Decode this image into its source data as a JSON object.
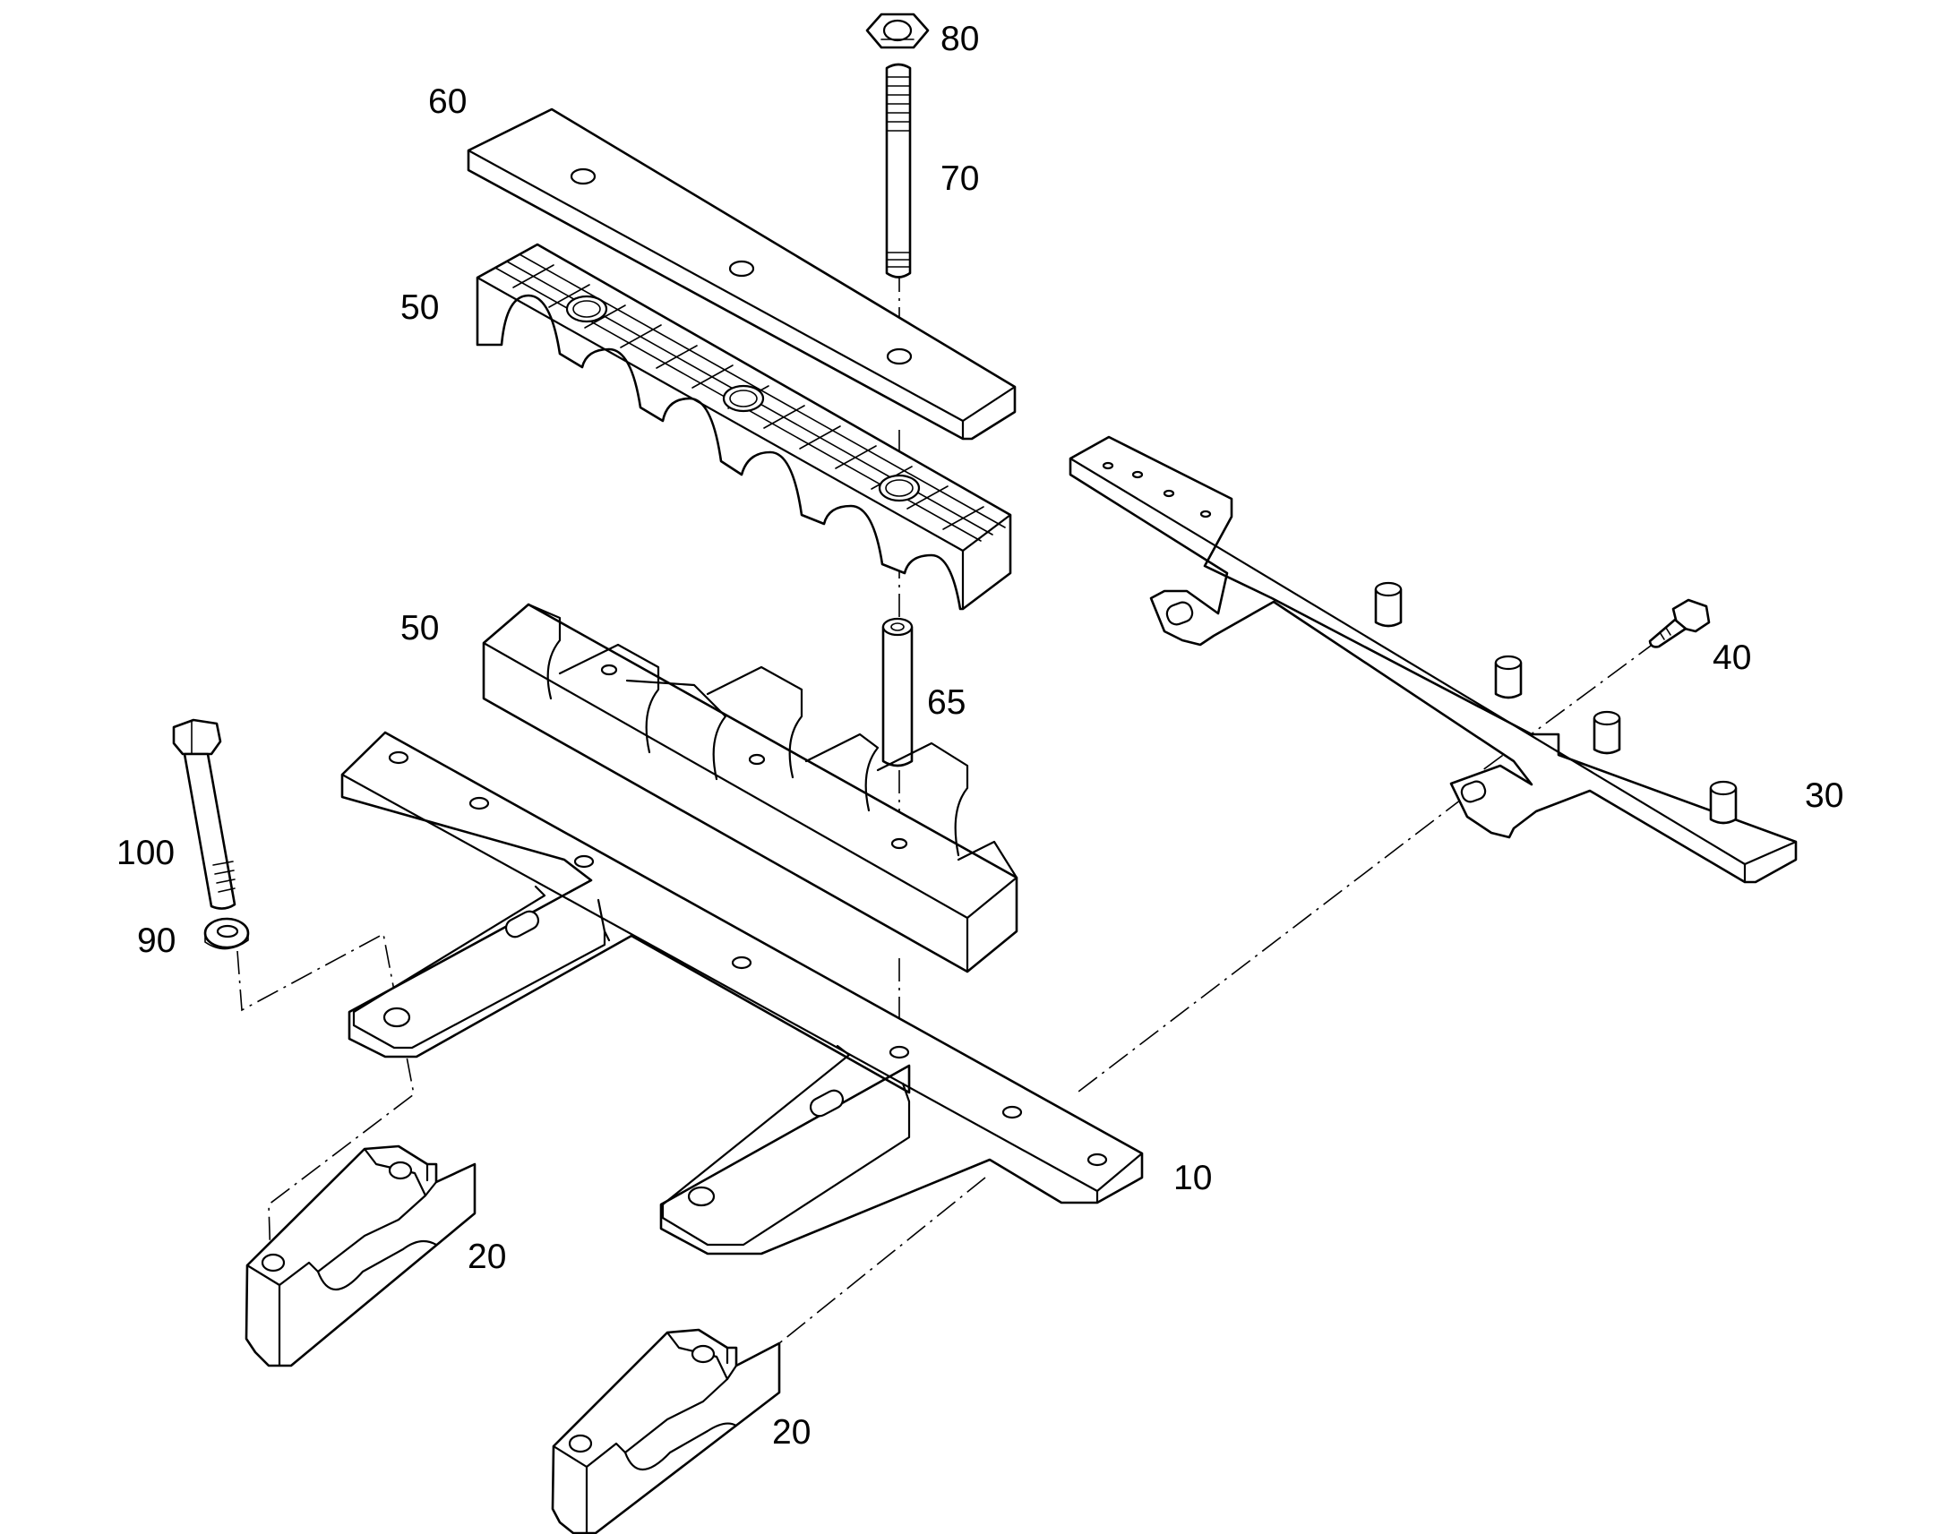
{
  "diagram": {
    "colors": {
      "line": "#000000",
      "background": "#ffffff"
    },
    "callouts": {
      "c80": "80",
      "c70": "70",
      "c60": "60",
      "c50_top": "50",
      "c50_bottom": "50",
      "c65": "65",
      "c40": "40",
      "c30": "30",
      "c100": "100",
      "c90": "90",
      "c10": "10",
      "c20_left": "20",
      "c20_bottom": "20"
    }
  }
}
